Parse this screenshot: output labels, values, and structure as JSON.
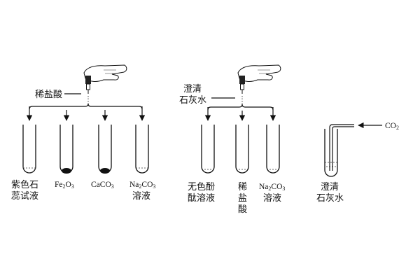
{
  "experiment_1": {
    "dropper_label": "稀盐酸",
    "tubes": [
      {
        "line1": "紫色石",
        "line2": "蕊试液"
      },
      {
        "formula": "Fe2O3"
      },
      {
        "formula": "CaCO3"
      },
      {
        "formula": "Na2CO3",
        "line2": "溶液"
      }
    ]
  },
  "experiment_2": {
    "dropper_label_line1": "澄清",
    "dropper_label_line2": "石灰水",
    "tubes": [
      {
        "line1": "无色酚",
        "line2": "酞溶液"
      },
      {
        "line1": "稀",
        "line2": "盐",
        "line3": "酸"
      },
      {
        "formula": "Na2CO3",
        "line2": "溶液"
      }
    ]
  },
  "experiment_3": {
    "gas_formula": "CO2",
    "tube_line1": "澄清",
    "tube_line2": "石灰水"
  }
}
